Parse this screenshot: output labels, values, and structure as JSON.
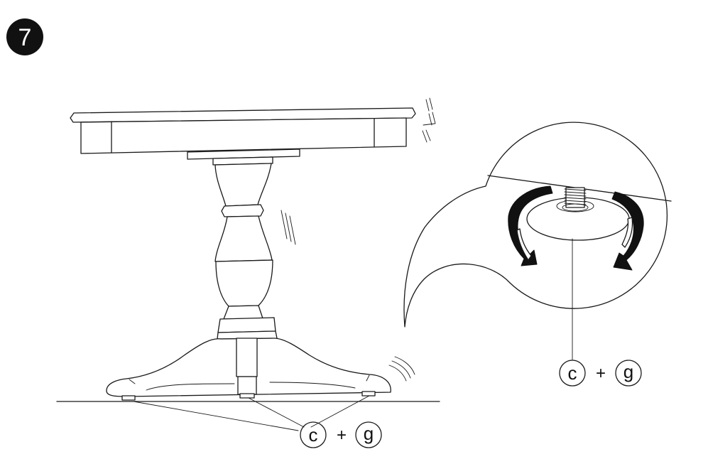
{
  "step": {
    "number": "7"
  },
  "callout_main": {
    "part_a": "c",
    "plus": "+",
    "part_b": "g"
  },
  "callout_zoom": {
    "part_a": "c",
    "plus": "+",
    "part_b": "g"
  },
  "colors": {
    "line": "#1a1a1a",
    "fill": "#ffffff",
    "badge": "#111111"
  }
}
